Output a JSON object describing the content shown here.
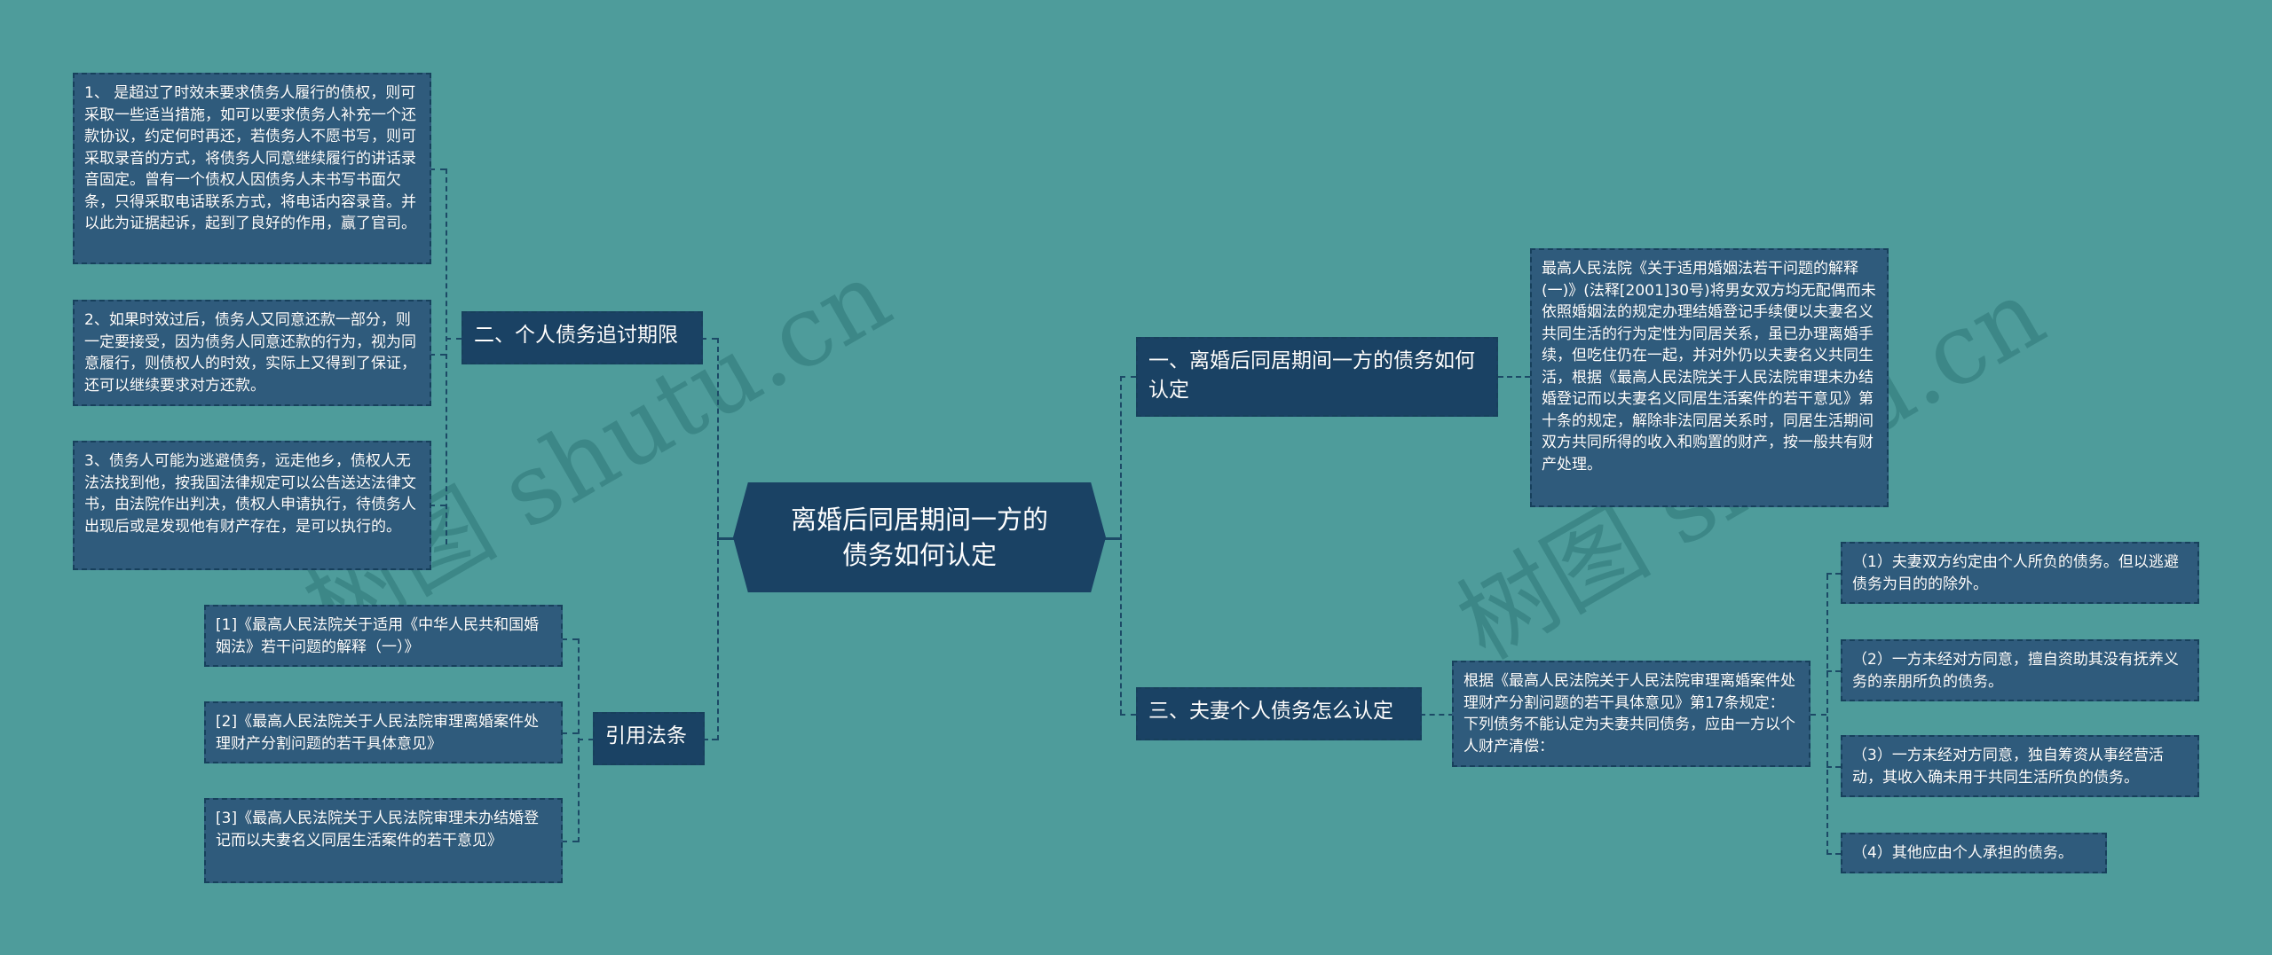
{
  "watermark": {
    "left": "树图 shutu.cn",
    "right": "树图 shutu.cn"
  },
  "root": {
    "label": "离婚后同居期间一方的债务如何认定"
  },
  "left": {
    "branch_limit": {
      "label": "二、个人债务追讨期限",
      "leaves": [
        "1、 是超过了时效未要求债务人履行的债权，则可采取一些适当措施，如可以要求债务人补充一个还款协议，约定何时再还，若债务人不愿书写，则可采取录音的方式，将债务人同意继续履行的讲话录音固定。曾有一个债权人因债务人未书写书面欠条，只得采取电话联系方式，将电话内容录音。并以此为证据起诉，起到了良好的作用，赢了官司。",
        "2、如果时效过后，债务人又同意还款一部分，则一定要接受，因为债务人同意还款的行为，视为同意履行，则债权人的时效，实际上又得到了保证，还可以继续要求对方还款。",
        "3、债务人可能为逃避债务，远走他乡，债权人无法法找到他，按我国法律规定可以公告送达法律文书，由法院作出判决，债权人申请执行，待债务人出现后或是发现他有财产存在，是可以执行的。"
      ]
    },
    "branch_refs": {
      "label": "引用法条",
      "leaves": [
        "[1]《最高人民法院关于适用《中华人民共和国婚姻法》若干问题的解释（一）》",
        "[2]《最高人民法院关于人民法院审理离婚案件处理财产分割问题的若干具体意见》",
        "[3]《最高人民法院关于人民法院审理未办结婚登记而以夫妻名义同居生活案件的若干意见》"
      ]
    }
  },
  "right": {
    "branch_cohabit": {
      "label": "一、离婚后同居期间一方的债务如何认定",
      "leaves": [
        "最高人民法院《关于适用婚姻法若干问题的解释(一)》(法释[2001]30号)将男女双方均无配偶而未依照婚姻法的规定办理结婚登记手续便以夫妻名义共同生活的行为定性为同居关系，虽已办理离婚手续，但吃住仍在一起，并对外仍以夫妻名义共同生活，根据《最高人民法院关于人民法院审理未办结婚登记而以夫妻名义同居生活案件的若干意见》第十条的规定，解除非法同居关系时，同居生活期间双方共同所得的收入和购置的财产，按一般共有财产处理。"
      ]
    },
    "branch_personal": {
      "label": "三、夫妻个人债务怎么认定",
      "intro": "根据《最高人民法院关于人民法院审理离婚案件处理财产分割问题的若干具体意见》第17条规定：下列债务不能认定为夫妻共同债务，应由一方以个人财产清偿：",
      "items": [
        "（1）夫妻双方约定由个人所负的债务。但以逃避债务为目的的除外。",
        "（2）一方未经对方同意，擅自资助其没有抚养义务的亲朋所负的债务。",
        "（3）一方未经对方同意，独自筹资从事经营活动，其收入确未用于共同生活所负的债务。",
        "（4）其他应由个人承担的债务。"
      ]
    }
  },
  "colors": {
    "background": "#4e9c9b",
    "branch_fill": "#1a4264",
    "leaf_fill": "#2f5b7c",
    "connector": "#1c4a66",
    "text": "#ffffff"
  }
}
